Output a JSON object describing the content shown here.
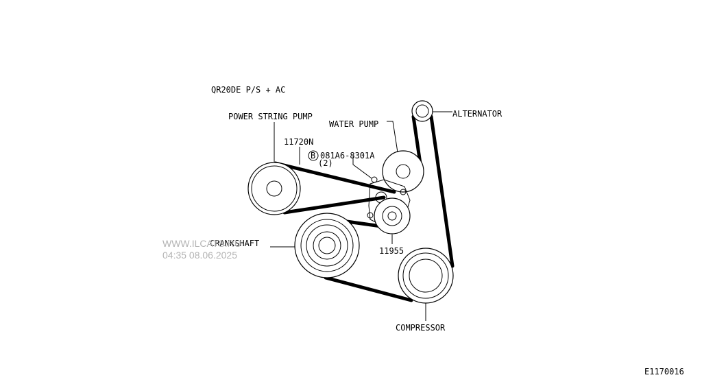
{
  "diagram": {
    "title": "QR20DE P/S + AC",
    "labels": {
      "alternator": "ALTERNATOR",
      "water_pump": "WATER PUMP",
      "power_steering_pump": "POWER STRING PUMP",
      "belt_part": "11720N",
      "bolt_marker": "B",
      "bolt_part": "081A6-8301A",
      "bolt_qty": "(2)",
      "crankshaft": "CRANKSHAFT",
      "tensioner_part": "11955",
      "compressor": "COMPRESSOR"
    },
    "figure_code": "E1170016"
  },
  "watermark": {
    "site": "WWW.ILCATS.RU",
    "timestamp": "04:35 08.06.2025"
  }
}
